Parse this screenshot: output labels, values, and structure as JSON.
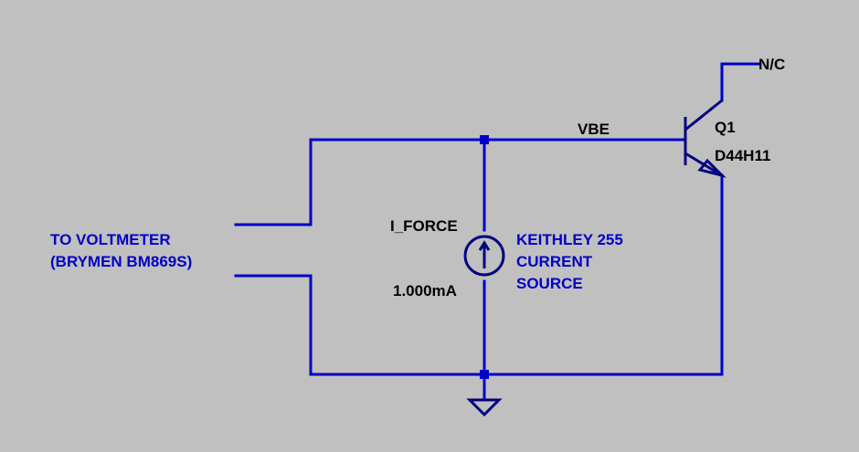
{
  "colors": {
    "background": "#c0c0c0",
    "wire": "#0000c8",
    "symbol": "#000080",
    "comment_text": "#0000c8",
    "label_text": "#000000"
  },
  "labels": {
    "net_vbe": "VBE",
    "net_nc": "N/C",
    "transistor_ref": "Q1",
    "transistor_model": "D44H11",
    "source_ref": "I_FORCE",
    "source_value": "1.000mA",
    "voltmeter_line1": "TO VOLTMETER",
    "voltmeter_line2": "(BRYMEN BM869S)",
    "source_note_line1": "KEITHLEY 255",
    "source_note_line2": "CURRENT",
    "source_note_line3": "SOURCE"
  },
  "icons": {
    "current_source": "current-source-icon",
    "transistor": "npn-transistor-icon",
    "ground": "ground-icon"
  }
}
